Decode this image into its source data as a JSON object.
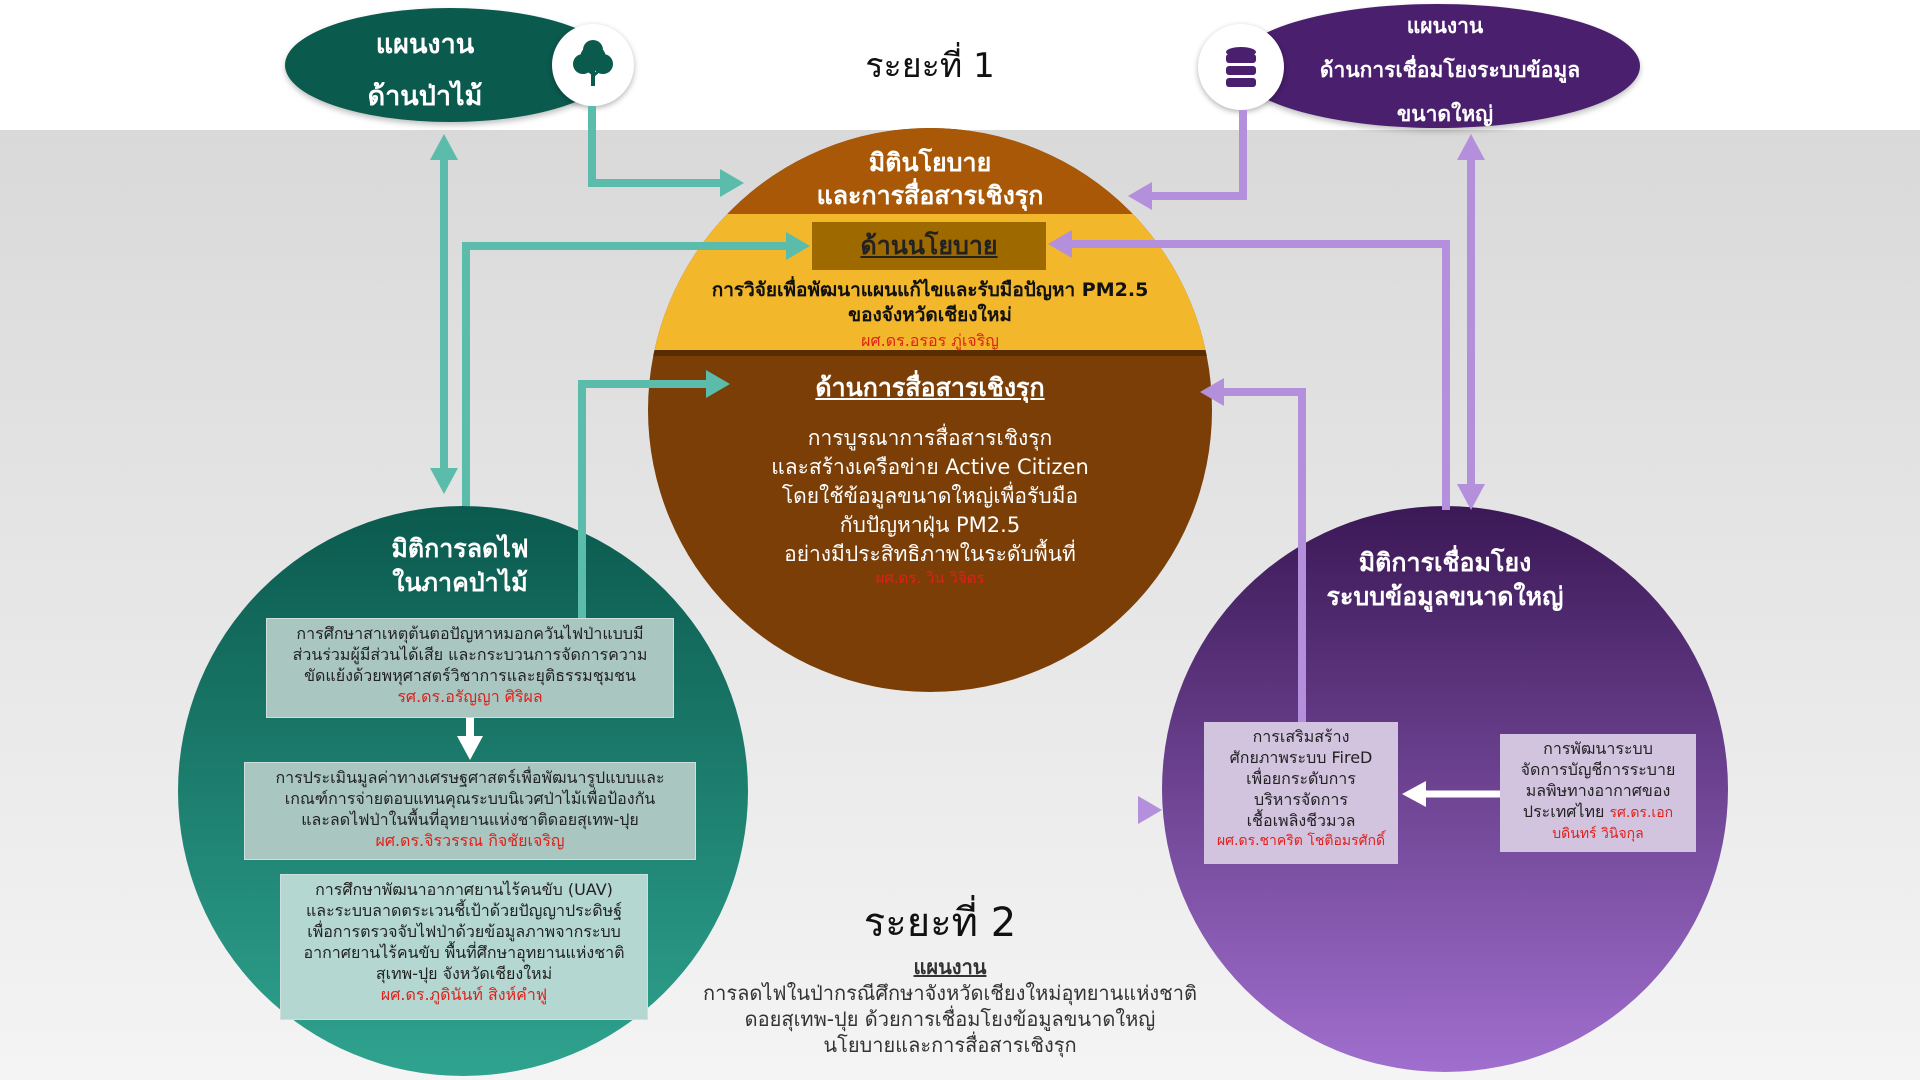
{
  "phase1": {
    "label": "ระยะที่ 1"
  },
  "phase2": {
    "label": "ระยะที่ 2",
    "plan_heading": "แผนงาน",
    "plan_lines": [
      "การลดไฟในป่ากรณีศึกษาจังหวัดเชียงใหม่อุทยานแห่งชาติ",
      "ดอยสุเทพ-ปุย ด้วยการเชื่อมโยงข้อมูลขนาดใหญ่",
      "นโยบายและการสื่อสารเชิงรุก"
    ]
  },
  "forest_plan": {
    "line1": "แผนงาน",
    "line2": "ด้านป่าไม้",
    "icon": "tree-icon",
    "color": "#0b5a4e"
  },
  "bigdata_plan": {
    "line1": "แผนงาน",
    "line2": "ด้านการเชื่อมโยงระบบข้อมูล",
    "line3": "ขนาดใหญ่",
    "icon": "database-icon",
    "color": "#4a1f6e"
  },
  "policy_circle": {
    "title_line1": "มิตินโยบาย",
    "title_line2": "และการสื่อสารเชิงรุก",
    "policy_heading": "ด้านนโยบาย",
    "policy_line1": "การวิจัยเพื่อพัฒนาแผนแก้ไขและรับมือปัญหา PM2.5",
    "policy_line2": "ของจังหวัดเชียงใหม่",
    "policy_author": "ผศ.ดร.อรอร ภู่เจริญ",
    "comm_heading": "ด้านการสื่อสารเชิงรุก",
    "comm_lines": [
      "การบูรณาการสื่อสารเชิงรุก",
      "และสร้างเครือข่าย Active Citizen",
      "โดยใช้ข้อมูลขนาดใหญ่เพื่อรับมือ",
      "กับปัญหาฝุ่น PM2.5",
      "อย่างมีประสิทธิภาพในระดับพื้นที่"
    ],
    "comm_author": "ผศ.ดร. วิน วิจิตร",
    "colors": {
      "top": "#a85806",
      "band": "#f2b72a",
      "bottom": "#7a3e06",
      "heading_box": "#9e6a00"
    }
  },
  "forest_circle": {
    "title_line1": "มิติการลดไฟ",
    "title_line2": "ในภาคป่าไม้",
    "projects": [
      {
        "lines": [
          "การศึกษาสาเหตุต้นตอปัญหาหมอกควันไฟป่าแบบมี",
          "ส่วนร่วมผู้มีส่วนได้เสีย และกระบวนการจัดการความ",
          "ขัดแย้งด้วยพหุศาสตร์วิชาการและยุติธรรมชุมชน"
        ],
        "author": "รศ.ดร.อรัญญา ศิริผล"
      },
      {
        "lines": [
          "การประเมินมูลค่าทางเศรษฐศาสตร์เพื่อพัฒนารูปแบบและ",
          "เกณฑ์การจ่ายตอบแทนคุณระบบนิเวศป่าไม้เพื่อป้องกัน",
          "และลดไฟป่าในพื้นที่อุทยานแห่งชาติดอยสุเทพ-ปุย"
        ],
        "author": "ผศ.ดร.จิรวรรณ กิจชัยเจริญ"
      },
      {
        "lines": [
          "การศึกษาพัฒนาอากาศยานไร้คนขับ (UAV)",
          "และระบบลาดตระเวนชี้เป้าด้วยปัญญาประดิษฐ์",
          "เพื่อการตรวจจับไฟป่าด้วยข้อมูลภาพจากระบบ",
          "อากาศยานไร้คนขับ พื้นที่ศึกษาอุทยานแห่งชาติ",
          "สุเทพ-ปุย จังหวัดเชียงใหม่"
        ],
        "author": "ผศ.ดร.ภูดินันท์ สิงห์คำฟู"
      }
    ],
    "colors": {
      "top": "#0b5a4e",
      "bottom": "#2fa38f"
    }
  },
  "bigdata_circle": {
    "title_line1": "มิติการเชื่อมโยง",
    "title_line2": "ระบบข้อมูลขนาดใหญ่",
    "project_left": {
      "lines": [
        "การเสริมสร้าง",
        "ศักยภาพระบบ FireD",
        "เพื่อยกระดับการ",
        "บริหารจัดการ",
        "เชื้อเพลิงชีวมวล"
      ],
      "author": "ผศ.ดร.ชาคริต โชติอมรศักดิ์"
    },
    "project_right": {
      "lines": [
        "การพัฒนาระบบ",
        "จัดการบัญชีการระบาย",
        "มลพิษทางอากาศของ",
        "ประเทศไทย"
      ],
      "author_part1": "รศ.ดร.เอก",
      "author_part2": "บดินทร์ วินิจกุล"
    },
    "colors": {
      "top": "#3b1856",
      "bottom": "#a06fce"
    }
  },
  "arrow_colors": {
    "green": "#5bbcab",
    "purple": "#b48fdc",
    "white": "#ffffff"
  }
}
